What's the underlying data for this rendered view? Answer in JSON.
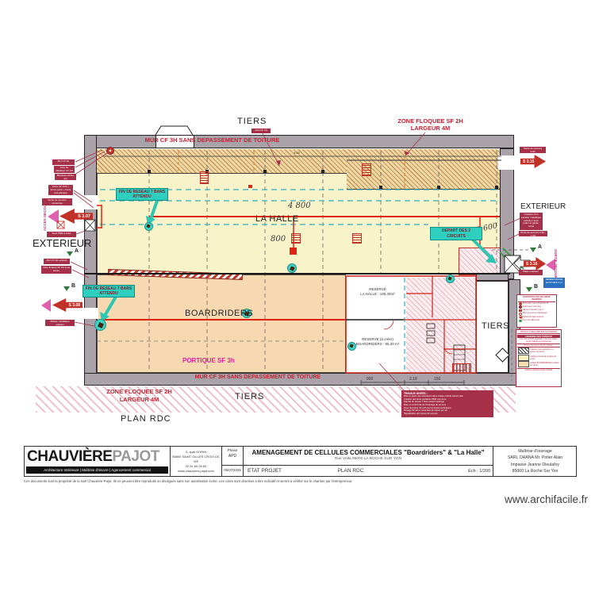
{
  "footer": {
    "website": "www.archifacile.fr"
  },
  "plan": {
    "tiers_top": "TIERS",
    "tiers_right": "TIERS",
    "tiers_bottom": "TIERS",
    "exterieur_left": "EXTERIEUR",
    "exterieur_right": "EXTERIEUR",
    "la_halle": "LA HALLE",
    "boardriders": "BOARDRIDERS",
    "plan_rdc": "PLAN RDC",
    "mur_cf_top": "MUR CF 3H SANS DEPASSEMENT DE TOITURE",
    "mur_cf_bottom": "MUR CF 3H SANS DEPASSEMENT DE TOITURE",
    "zone_floquee_line1": "ZONE FLOQUEE SF 2H",
    "zone_floquee_line2": "LARGEUR 4M",
    "portique": "PORTIQUE SF 3h",
    "fin_reseau_line1": "FIN DE RESEAU 7 BARS",
    "fin_reseau_line2": "ATTENDU",
    "depart_line1": "DEPART DES 2",
    "depart_line2": "CIRCUITS",
    "dims": {
      "d4800": "4 800",
      "d800": "800",
      "d1600": "1 600",
      "d400": "4.00",
      "d900": "900",
      "d218": "2.18",
      "d150": "150"
    },
    "reserve_halle": {
      "l1": "RESERVE",
      "l2": "LA HALLE : 195,40m²"
    },
    "reserve_board": {
      "l1": "RESERVE (à créer)",
      "l2": "BOARDRIDERS : 95,30 m²"
    },
    "sections": {
      "a": "A",
      "b": "B"
    },
    "exit_arrows": {
      "left1": "S 3.07",
      "left2": "S 3.08",
      "right1": "S 3.15",
      "right2": "S 3.16"
    },
    "vertical_notes": {
      "left": "ACCES SECOURS",
      "right": "SORTIE SECOURS"
    },
    "blue_box": "DESENFUMAGE EXUTOIRE 2 m²",
    "notes_left": [
      "Mur CF 3H",
      "Joint de dilatation CF 2H",
      "Bandeau toiture alu",
      "Porte CF 1/2h + ferme porte + barre anti-panique",
      "Sortie de secours conservée",
      "Seuil PMR à créer",
      "Mur CF 3H existant",
      "Zone floquée SF 2H sous toiture",
      "Rideau métallique existant"
    ],
    "notes_right": {
      "above_arrow1": "Sortie de secours 0.90",
      "paragraph": "Création d'un escalier métallique extérieur avec palier et garde-corps",
      "strip": "Porte de secours 0.90 - 1 UP",
      "stair": "Palier extérieur",
      "top_mid": "Joint CF 2H"
    }
  },
  "legend_securite": {
    "title": "DISPOSITIFS DE SECURITE INCENDIE",
    "items": [
      {
        "label": "Extincteur eau pulvérisée 6L"
      },
      {
        "label": "Extincteur CO2 2kg"
      },
      {
        "label": "Alarme incendie type 4"
      },
      {
        "label": "Bloc autonome d'éclairage"
      },
      {
        "label": "Désenfumage exutoire"
      },
      {
        "label": "Point de ralliement"
      }
    ]
  },
  "legend_travaux": {
    "intro": "TRAVAUX A REALISER PAR LE PRENEUR",
    "title": "LEGENDE DES TRAVAUX",
    "para": "Les murs CF 3H séparatifs entre les cellules seront réalisés en maçonnerie",
    "zones": "Zones concernées par les travaux :",
    "items": [
      {
        "label": "Création des sanitaires et locaux annexes"
      },
      {
        "label": "Cellule LA HALLE surface de vente"
      },
      {
        "label": "Cellule BOARDRIDERS surface de vente"
      }
    ],
    "footer": "Surfaces données à titre indicatif"
  },
  "notes_box": {
    "title": "TRAVAUX DIVERS :",
    "lines": [
      "Mise en place des extincteurs dans chaque cellule suivant plan",
      "Création des blocs sanitaires PMR communs",
      "Reprise du réseau T bars suivant repérage",
      "Mise en conformité de l'éclairage de secours",
      "Pose de portes CF 1/2h sur les locaux techniques",
      "Flocage SF 2H en sous-face de toiture sur 4m",
      "Signalisation des issues de secours"
    ]
  },
  "titleblock": {
    "logo_main": "CHAUVIÈRE",
    "logo_sub": "PAJOT",
    "tagline": "Architecture Intérieure | Maîtrise d'œuvre | Agencement commercial",
    "address_l1": "3, quai GORIN",
    "address_l2": "85800 SAINT GILLES CROIX DE VIE",
    "address_l3": "02 51 60 04 62",
    "address_l4": "www.chauviere-pajot.com",
    "phase_label": "Phase",
    "phase_value": "APD",
    "date": "05/07/2025",
    "title": "AMENAGEMENT DE CELLULES COMMERCIALES \"Boardriders\" & \"La Halle\"",
    "subtitle": "Rue Volta 85000 LA ROCHE SUR YON",
    "etat": "ETAT PROJET",
    "plan": "PLAN RDC",
    "echelle": "Ech : 1/200",
    "moa_title": "Maîtrise d'ouvrage",
    "moa_l1": "SARL OHANA Mr. Potier Alain",
    "moa_l2": "Impasse Jeanne Dieulafoy",
    "moa_l3": "85000 La Roche Sur Yon",
    "disclaimer": "Ces documents sont la propriété de la Sarl Chauvière-Pajot. Ils ne peuvent être reproduits ou divulgués sans son autorisation écrite. Les cotes sont données à titre indicatif et seront à vérifier sur le chantier par l'entrepreneur."
  }
}
